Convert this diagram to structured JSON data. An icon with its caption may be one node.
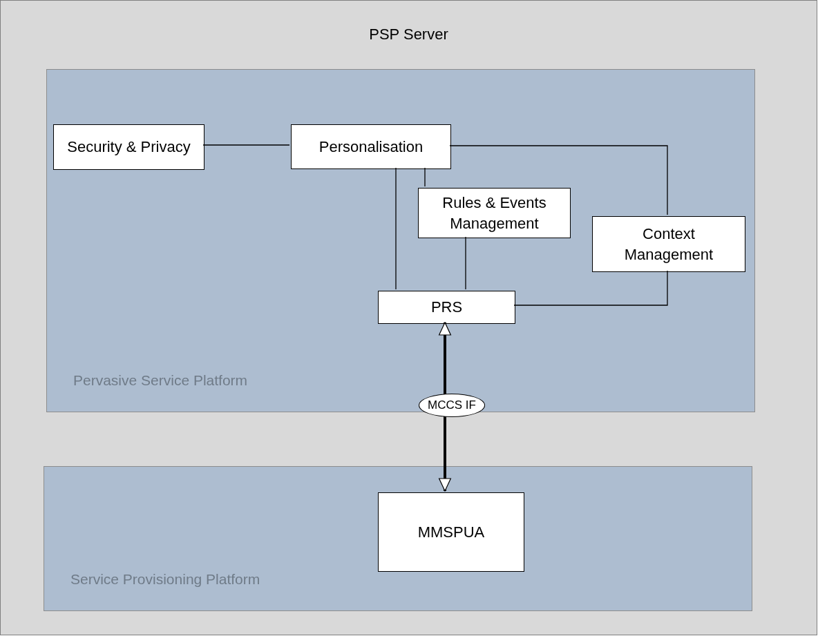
{
  "diagram": {
    "nodes": [
      {
        "text": [
          "PSP Server"
        ]
      },
      {
        "text": [
          "Pervasive Service Platform"
        ],
        "in": 0
      },
      {
        "text": [
          "Security & Privacy"
        ],
        "in": 1
      },
      {
        "text": [
          "Personalisation"
        ],
        "in": 1
      },
      {
        "text": [
          "Rules & Events Management"
        ],
        "in": 1
      },
      {
        "text": [
          "Context Management"
        ],
        "in": 1
      },
      {
        "text": [
          "PRS"
        ],
        "in": 1
      },
      {
        "text": [
          "Service Provisioning Platform"
        ],
        "in": 0
      },
      {
        "text": [
          "MMSPUA"
        ],
        "in": 7
      }
    ],
    "edges": [
      {
        "from": 2,
        "to": 3,
        "arrow": "none"
      },
      {
        "from": 3,
        "to": 6,
        "arrow": "none"
      },
      {
        "from": 3,
        "to": 4,
        "arrow": "none"
      },
      {
        "from": 3,
        "to": 5,
        "arrow": "none"
      },
      {
        "from": 4,
        "to": 6,
        "arrow": "none"
      },
      {
        "from": 5,
        "to": 6,
        "arrow": "none"
      },
      {
        "from": 6,
        "to": 8,
        "arrow": "both",
        "style": "thick",
        "label": "MCCS IF"
      }
    ]
  }
}
